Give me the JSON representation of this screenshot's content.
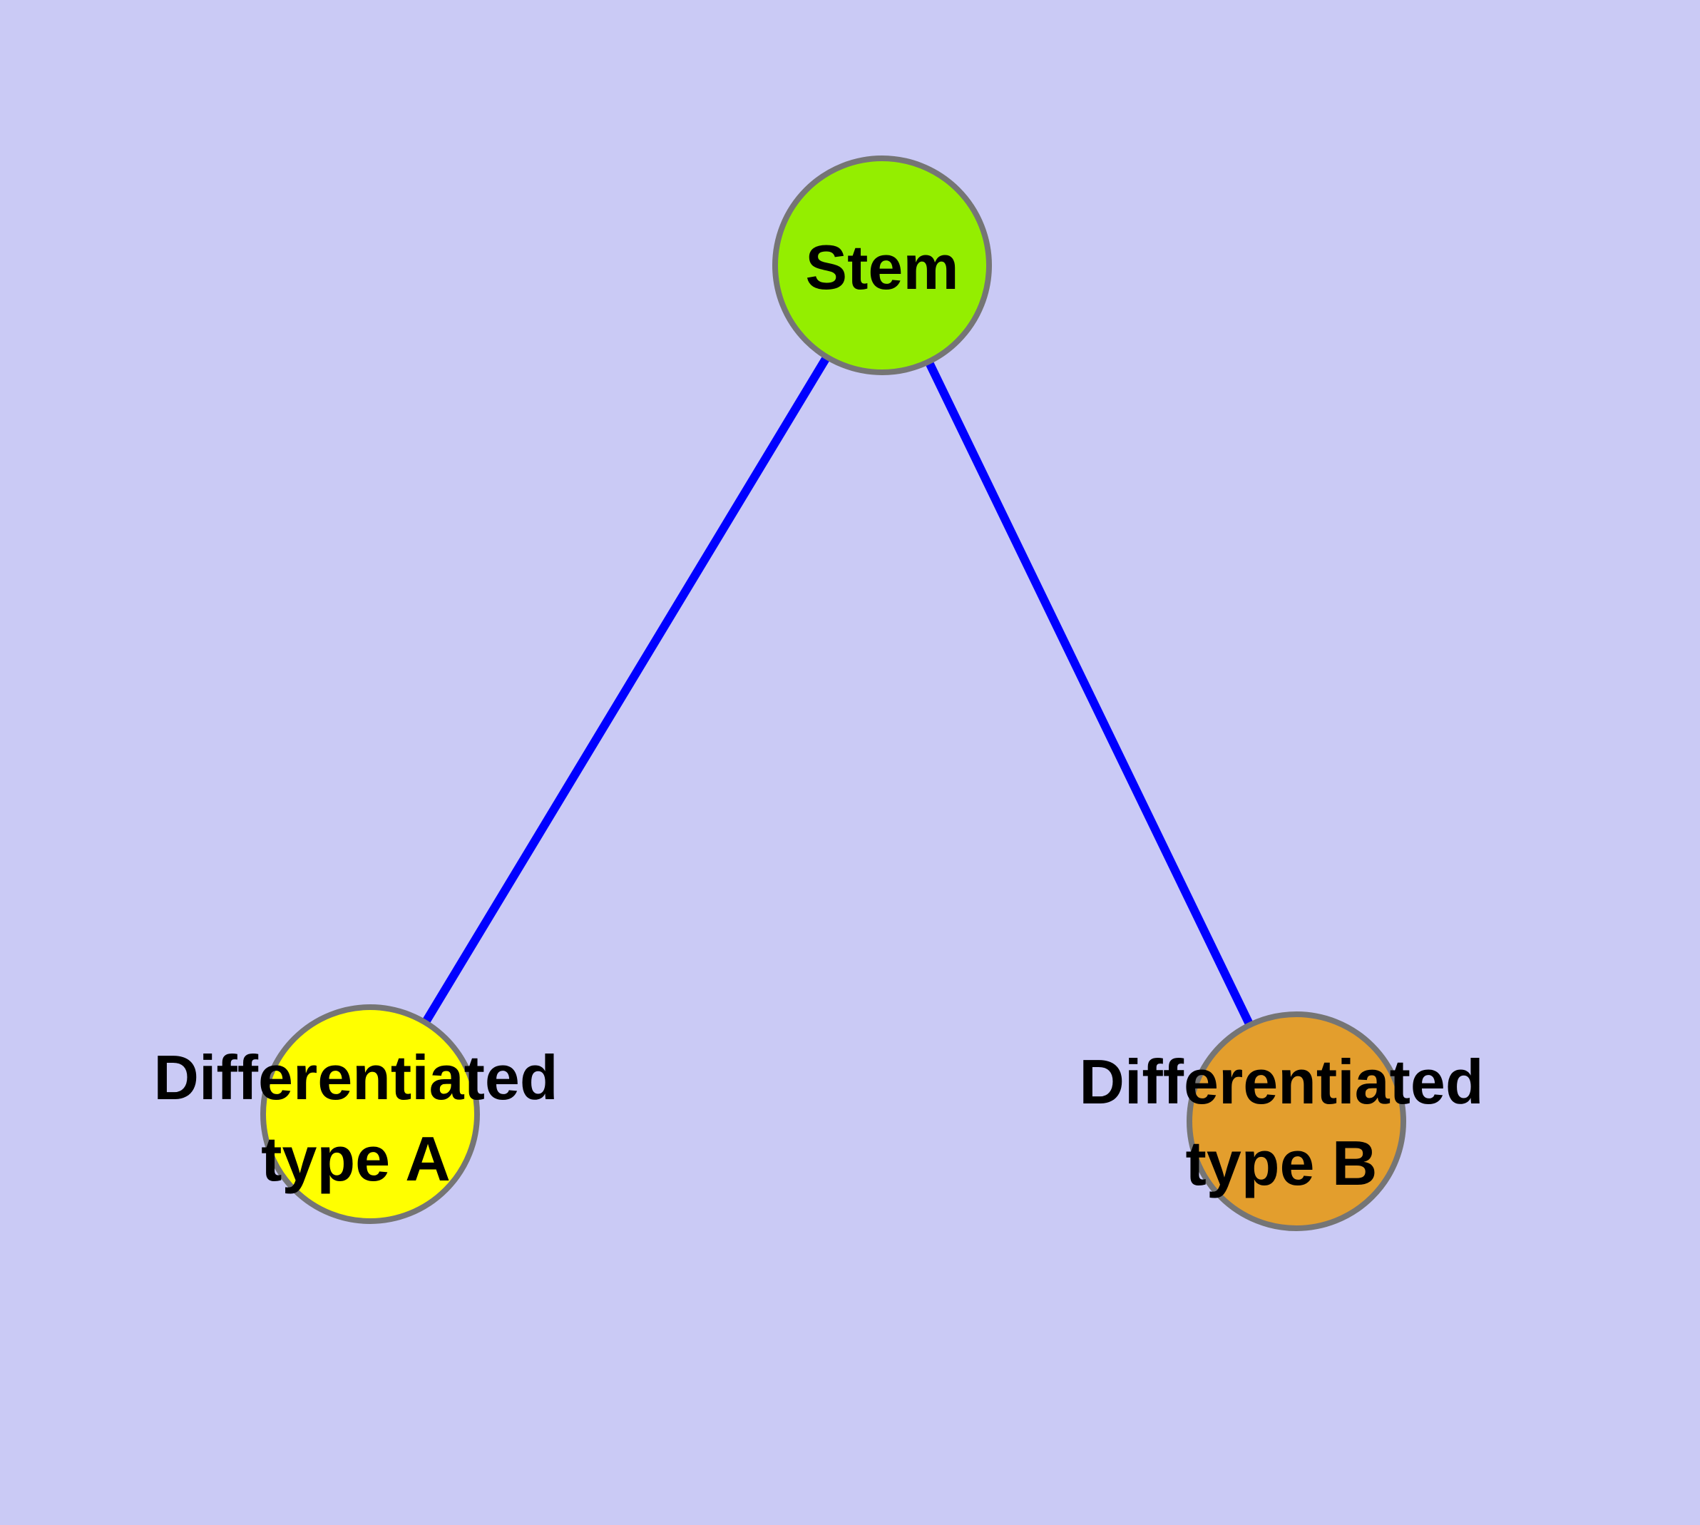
{
  "diagram": {
    "background_color": "#CACAF5",
    "edge_color": "#0000FF",
    "node_border_color": "#757575",
    "label_color": "#000000",
    "nodes": [
      {
        "id": "stem",
        "label": "Stem",
        "label_lines": [
          "Stem"
        ],
        "fill": "#94EE00"
      },
      {
        "id": "differentiated-type-a",
        "label": "Differentiated type A",
        "label_lines": [
          "Differentiated",
          "type A"
        ],
        "fill": "#FFFF00"
      },
      {
        "id": "differentiated-type-b",
        "label": "Differentiated type B",
        "label_lines": [
          "Differentiated",
          "type B"
        ],
        "fill": "#E39E2D"
      }
    ],
    "edges": [
      {
        "from": "Stem",
        "to": "Differentiated type A"
      },
      {
        "from": "Stem",
        "to": "Differentiated type B"
      }
    ]
  }
}
